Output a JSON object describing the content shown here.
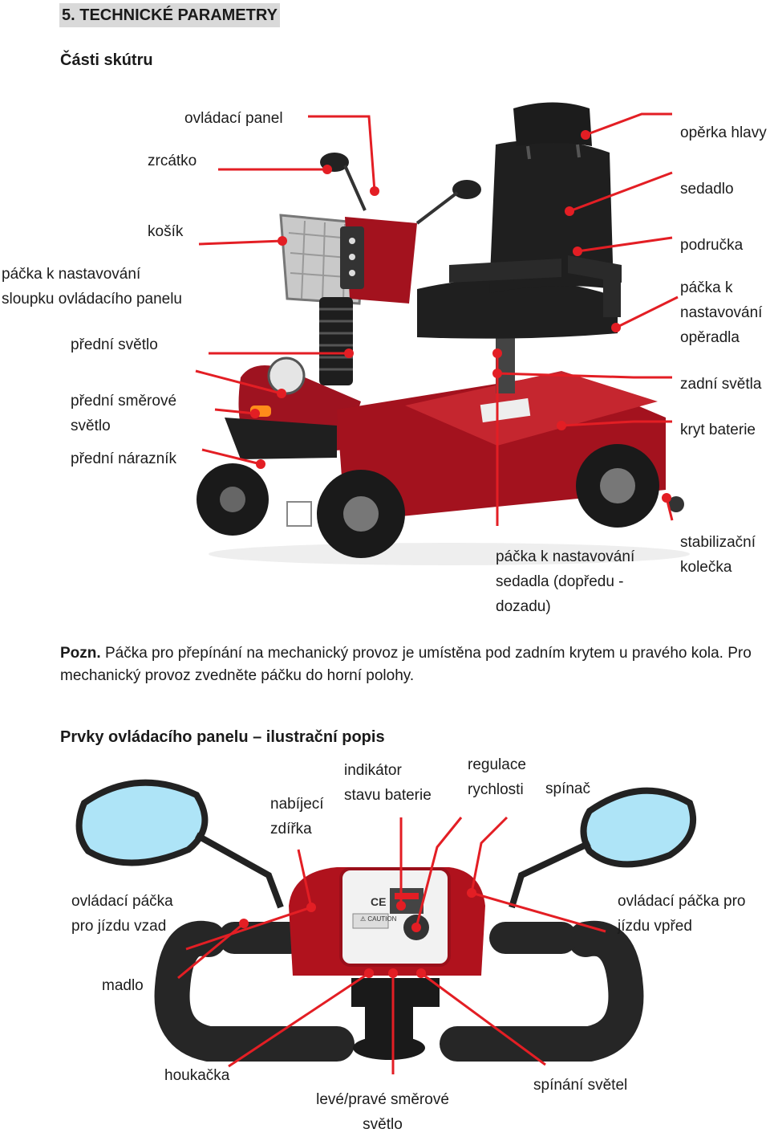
{
  "heading": "5. TECHNICKÉ PARAMETRY",
  "parts_title": "Části skútru",
  "scooter_labels": {
    "control_panel": "ovládací panel",
    "mirror": "zrcátko",
    "basket": "košík",
    "column_lever": "páčka k nastavování\nsloupku ovládacího panelu",
    "front_light": "přední světlo",
    "front_indicator": "přední směrové\nsvětlo",
    "front_bumper": "přední nárazník",
    "headrest": "opěrka hlavy",
    "seat": "sedadlo",
    "armrest": "područka",
    "backrest_lever": "páčka k\nnastavování\nopěradla",
    "rear_lights": "zadní světla",
    "battery_cover": "kryt baterie",
    "seat_slide_lever": "páčka k nastavování\nsedadla (dopředu -\ndozadu)",
    "anti_tip_wheels": "stabilizační\nkolečka"
  },
  "note": {
    "prefix": "Pozn.",
    "text": " Páčka pro přepínání na mechanický provoz je umístěna pod zadním krytem u pravého kola. Pro mechanický provoz zvedněte páčku do horní polohy."
  },
  "panel_title": "Prvky ovládacího panelu – ilustrační popis",
  "panel_labels": {
    "charging_port": "nabíjecí\nzdířka",
    "battery_indicator": "indikátor\nstavu baterie",
    "speed_control": "regulace\nrychlosti",
    "key_switch": "spínač",
    "reverse_lever": "ovládací páčka\npro jízdu vzad",
    "forward_lever": "ovládací páčka pro\njízdu vpřed",
    "handlebar": "madlo",
    "horn": "houkačka",
    "turn_signal": "levé/pravé směrové\nsvětlo",
    "light_switch": "spínání světel"
  },
  "panel_markings": {
    "ce": "CE",
    "caution": "⚠ CAUTION"
  },
  "colors": {
    "callout": "#e31e24",
    "scooter_body": "#a3121e",
    "seat": "#1f1f1f",
    "heading_bg": "#d9d9d9"
  }
}
